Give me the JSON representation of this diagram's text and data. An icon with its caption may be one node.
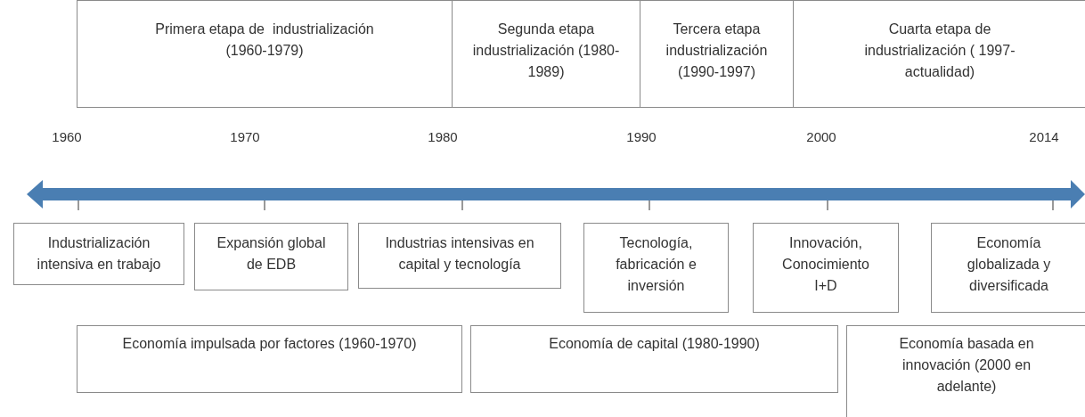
{
  "diagram": {
    "nodes": [
      {
        "text": [
          "Primera etapa de  industrialización (1960-1979)"
        ]
      },
      {
        "text": [
          "Segunda etapa industrialización (1980-1989)"
        ]
      },
      {
        "text": [
          "Tercera etapa industrialización (1990-1997)"
        ]
      },
      {
        "text": [
          "Cuarta etapa de industrialización ( 1997-actualidad)"
        ]
      },
      {
        "text": [
          "Industrialización intensiva en trabajo"
        ]
      },
      {
        "text": [
          "Expansión global de EDB"
        ]
      },
      {
        "text": [
          "Industrias intensivas en capital y tecnología"
        ]
      },
      {
        "text": [
          "Tecnología, fabricación e inversión"
        ]
      },
      {
        "text": [
          "Innovación, Conocimiento I+D"
        ]
      },
      {
        "text": [
          "Economía globalizada y diversificada"
        ]
      },
      {
        "text": [
          "Economía impulsada por factores (1960-1970)"
        ]
      },
      {
        "text": [
          "Economía de capital (1980-1990)"
        ]
      },
      {
        "text": [
          "Economía basada en innovación (2000 en adelante)"
        ]
      }
    ],
    "labels": [
      "1960",
      "1970",
      "1980",
      "1990",
      "2000",
      "2014"
    ]
  }
}
